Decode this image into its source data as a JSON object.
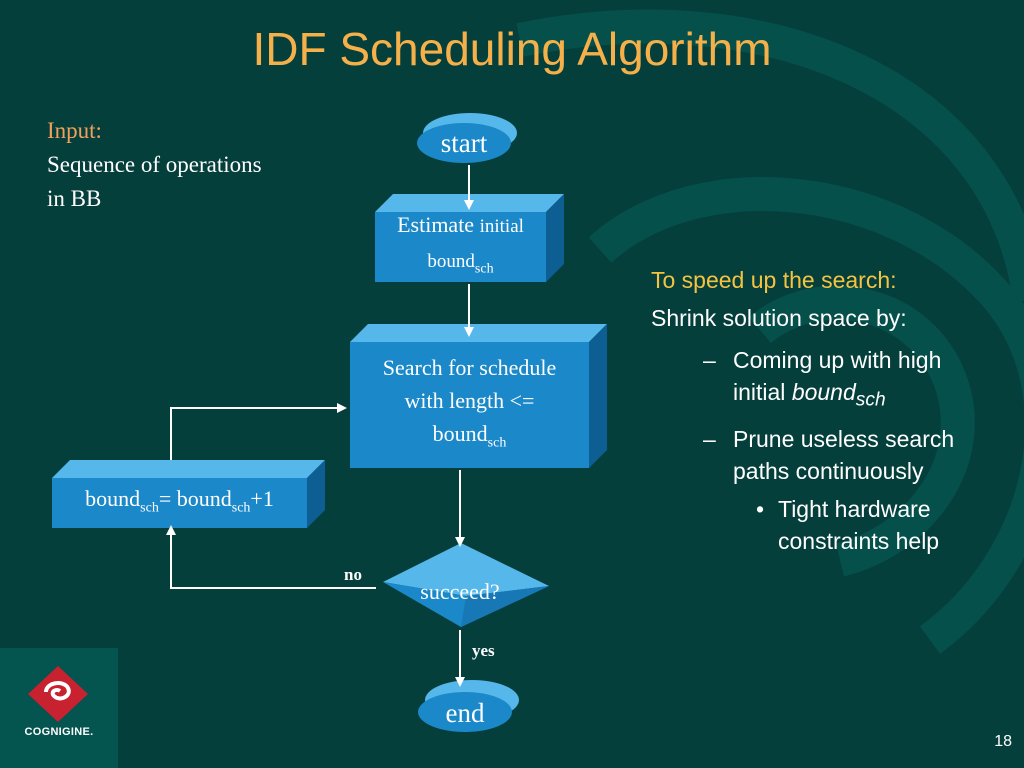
{
  "slide": {
    "title": "IDF Scheduling Algorithm",
    "page_number": "18"
  },
  "input_block": {
    "label": "Input:",
    "line1": "Sequence of operations",
    "line2": "in BB"
  },
  "flowchart": {
    "start": "start",
    "estimate": {
      "word1": "Estimate",
      "word2": "initial",
      "bound": "bound",
      "sub": "sch"
    },
    "search": {
      "line1": "Search for schedule",
      "line2": "with length <=",
      "bound": "bound",
      "sub": "sch"
    },
    "increment": {
      "bound1": "bound",
      "sub1": "sch",
      "eq": "= ",
      "bound2": "bound",
      "sub2": "sch",
      "plus": "+1"
    },
    "decision": "succeed?",
    "no_label": "no",
    "yes_label": "yes",
    "end": "end"
  },
  "notes": {
    "heading": "To speed up the search:",
    "intro": "Shrink solution space by:",
    "dash_mark": "–",
    "bullet_mark": "•",
    "item1_line1": "Coming up with high",
    "item1_prefix": "initial ",
    "item1_bound": "bound",
    "item1_sub": "sch",
    "item2_line1": "Prune useless search",
    "item2_line2": "paths continuously",
    "sub_item_line1": "Tight hardware",
    "sub_item_line2": "constraints help"
  },
  "logo": {
    "name": "COGNIGINE."
  },
  "colors": {
    "background": "#043f3c",
    "title": "#f5b04a",
    "input_label": "#f5a05a",
    "notes_heading": "#f5c342",
    "box_front": "#1a88c9",
    "box_top": "#56b7ea",
    "box_side": "#0d5f93",
    "logo_red": "#c8212f"
  }
}
